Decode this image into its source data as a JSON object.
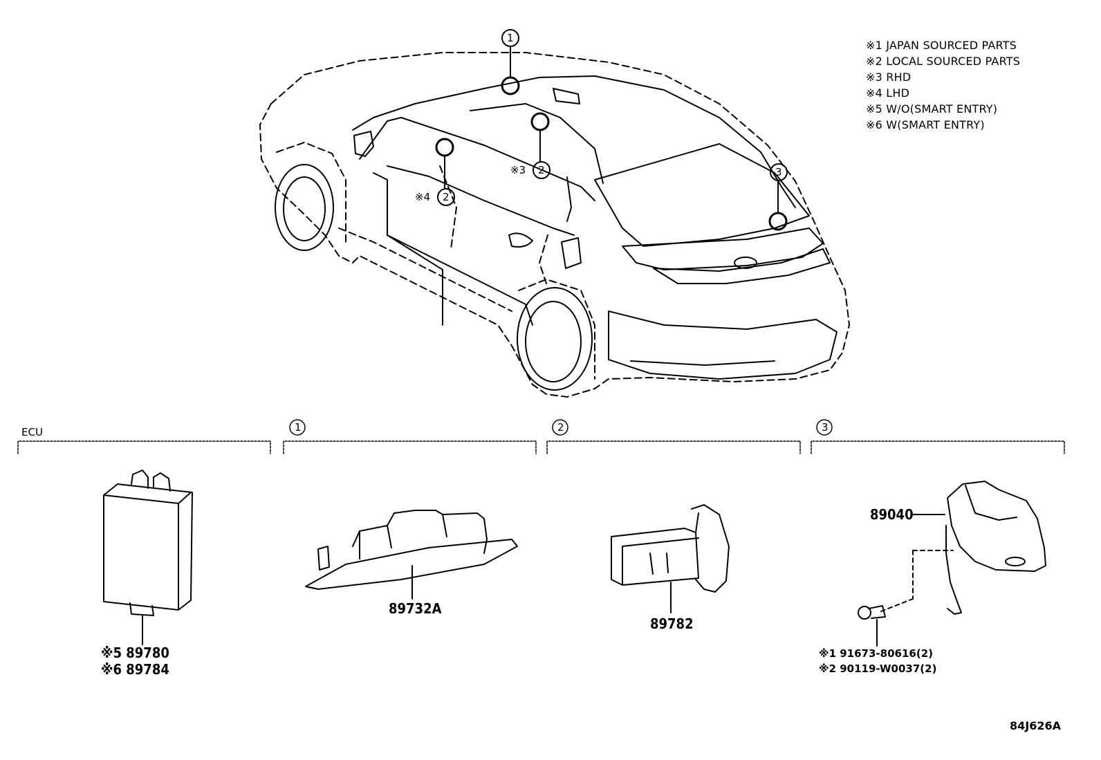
{
  "legend": [
    "※1 JAPAN SOURCED PARTS",
    "※2 LOCAL SOURCED PARTS",
    "※3 RHD",
    "※4 LHD",
    "※5 W/O(SMART ENTRY)",
    "※6 W(SMART ENTRY)"
  ],
  "callouts": {
    "c1": "1",
    "c2_rhd_mark": "※3",
    "c2_rhd": "2",
    "c2_lhd_mark": "※4",
    "c2_lhd": "2",
    "c3": "3"
  },
  "sections": {
    "ecu": "ECU",
    "s1": "1",
    "s2": "2",
    "s3": "3"
  },
  "parts": {
    "ecu_a": "※5 89780",
    "ecu_b": "※6 89784",
    "p1": "89732A",
    "p2": "89782",
    "p3": "89040",
    "bolt_a": "※1 91673-80616(2)",
    "bolt_b": "※2 90119-W0037(2)"
  },
  "figure_code": "84J626A"
}
